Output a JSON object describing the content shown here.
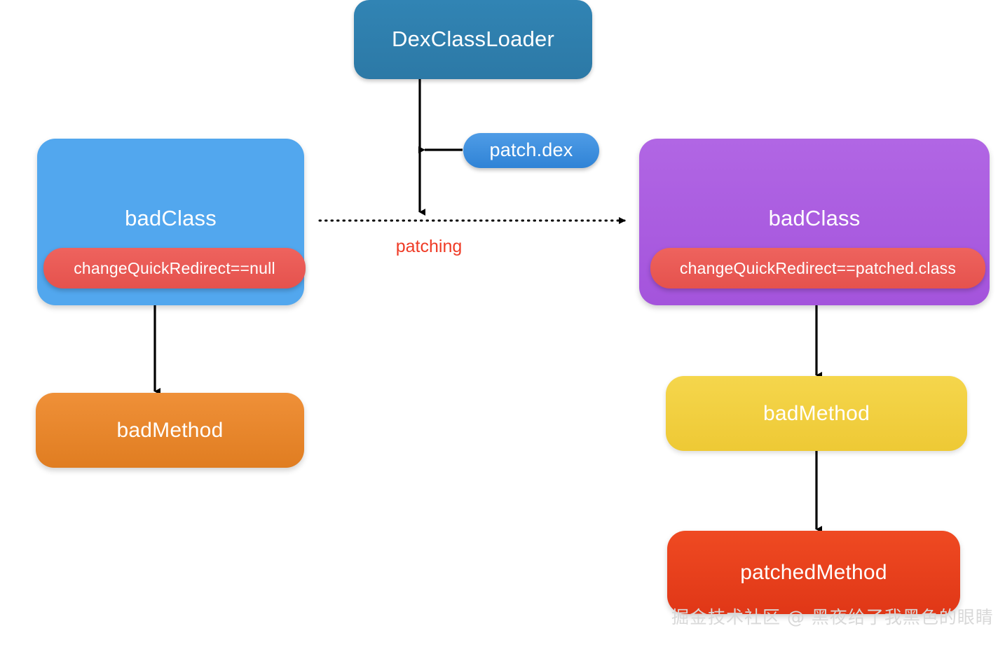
{
  "diagram": {
    "title": "DexClassLoader hot-patching flow",
    "colors": {
      "loader_blue": "#2e7eae",
      "patch_pill_blue": "#3d8fdd",
      "badclass_blue": "#52a7ee",
      "badclass_purple": "#ab5ce0",
      "redirect_red": "#ea5b56",
      "badmethod_orange": "#e8862c",
      "badmethod_yellow": "#f2d041",
      "patched_red": "#e8401d",
      "patching_text_red": "#ef3b26",
      "connector_black": "#000000",
      "watermark_gray": "#d8d8d8"
    },
    "nodes": {
      "dex_class_loader": {
        "label": "DexClassLoader"
      },
      "patch_dex": {
        "label": "patch.dex"
      },
      "badclass_left": {
        "label": "badClass",
        "redirect_label": "changeQuickRedirect==null"
      },
      "badclass_right": {
        "label": "badClass",
        "redirect_label": "changeQuickRedirect==patched.class"
      },
      "badmethod_left": {
        "label": "badMethod"
      },
      "badmethod_right": {
        "label": "badMethod"
      },
      "patched_method": {
        "label": "patchedMethod"
      }
    },
    "edges": {
      "patching": {
        "label": "patching",
        "style": "dotted",
        "direction": "left-to-right"
      },
      "loader_to_patching": {
        "label": "",
        "style": "solid",
        "direction": "top-to-bottom"
      },
      "patchdex_to_loaderline": {
        "label": "",
        "style": "solid",
        "direction": "right-to-left"
      },
      "badclass_left_to_badmethod": {
        "label": "",
        "style": "solid",
        "direction": "top-to-bottom"
      },
      "badclass_right_to_badmethod": {
        "label": "",
        "style": "solid",
        "direction": "top-to-bottom"
      },
      "badmethod_to_patchedmethod": {
        "label": "",
        "style": "solid",
        "direction": "top-to-bottom"
      }
    },
    "watermark": {
      "text": "掘金技术社区 @ 黑夜给了我黑色的眼睛"
    }
  }
}
